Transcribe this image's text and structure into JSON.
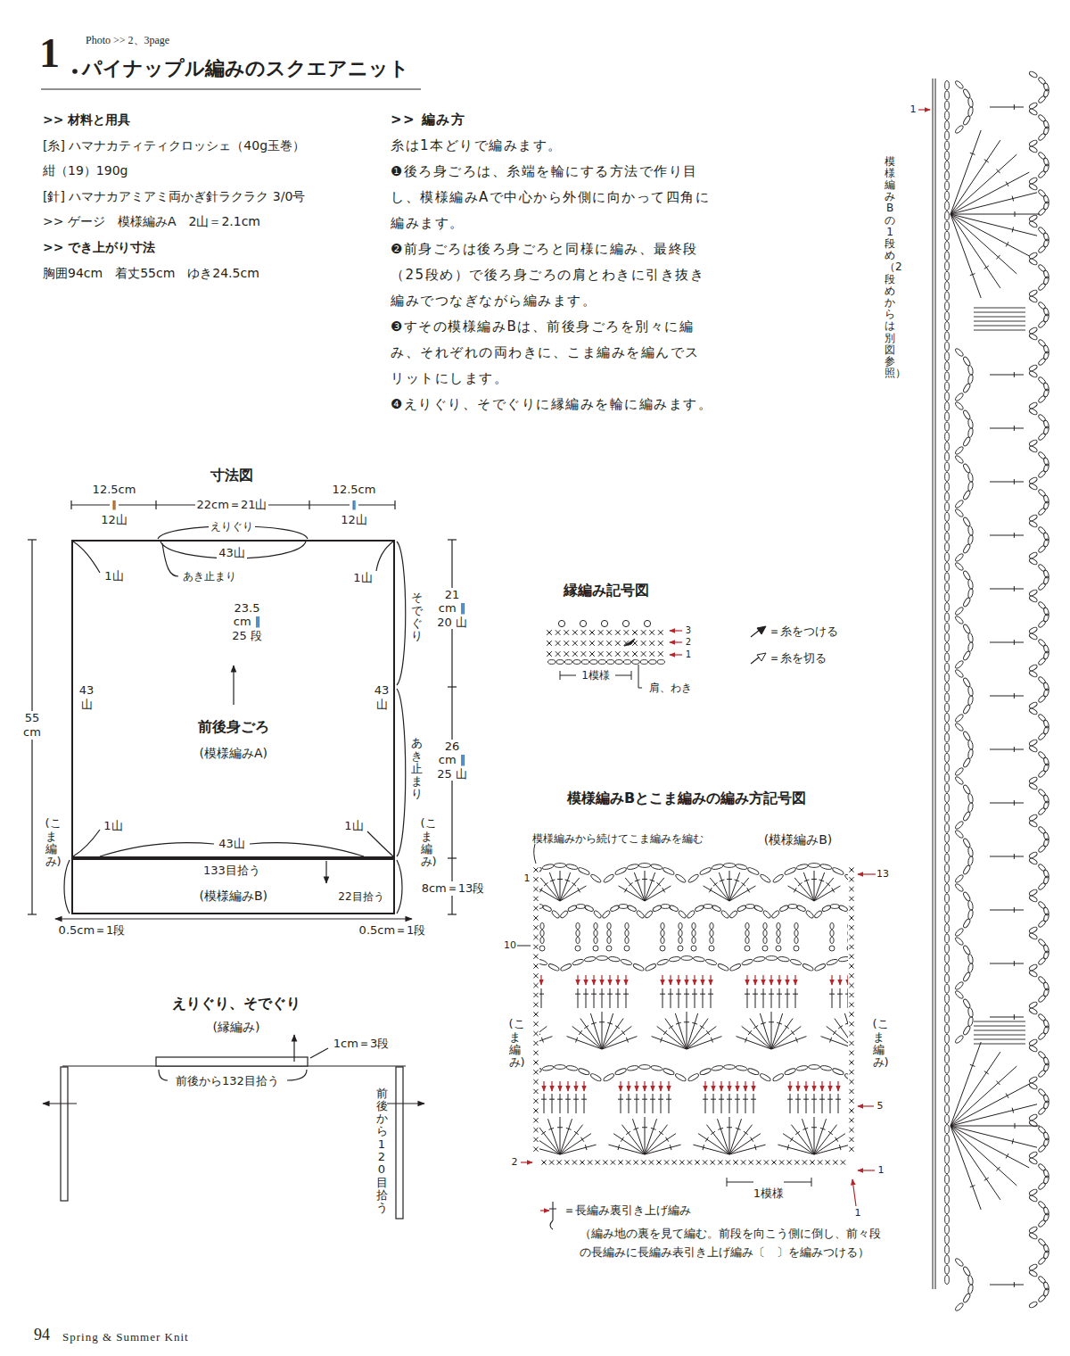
{
  "diagram": {
    "title": "パイナップル編みのスクエアニット",
    "nodes": [
      {
        "text": [
          "前後身ごろ",
          "(模様編みA)"
        ]
      },
      {
        "text": [
          "(模様編みB)"
        ]
      }
    ],
    "labels": [
      "Photo >> 2、3page",
      "1",
      ">> 材料と用具",
      "[糸] ハマナカティティクロッシェ（40g玉巻）",
      "紺（19）190g",
      "[針] ハマナカアミアミ両かぎ針ラクラク 3/0号",
      ">> ゲージ　模様編みA　2山＝2.1cm",
      ">> でき上がり寸法",
      "胸囲94cm　着丈55cm　ゆき24.5cm",
      ">> 編み方",
      "糸は1本どりで編みます。",
      "❶後ろ身ごろは、糸端を輪にする方法で作り目し、模様編みAで中心から外側に向かって四角に編みます。",
      "❷前身ごろは後ろ身ごろと同様に編み、最終段（25段め）で後ろ身ごろの肩とわきに引き抜き編みでつなぎながら編みます。",
      "❸すその模様編みBは、前後身ごろを別々に編み、それぞれの両わきに、こま編みを編んでスリットにします。",
      "❹えりぐり、そでぐりに縁編みを輪に編みます。",
      "寸法図",
      "12.5cm",
      "‖",
      "12山",
      "22cm＝21山",
      "12.5cm",
      "‖",
      "12山",
      "えりぐり",
      "43山",
      "1山",
      "あき止まり",
      "1山",
      "23.5 cm ‖ 25 段",
      "43山",
      "43山",
      "1山",
      "1山",
      "43山",
      "133目拾う",
      "22目拾う",
      "0.5cm＝1段",
      "0.5cm＝1段",
      "(こま編み)",
      "(こま編み)",
      "そでぐり",
      "あき止まり",
      "21 cm ‖ 20 山",
      "26 cm ‖ 25 山",
      "8cm＝13段",
      "55 cm",
      "えりぐり、そでぐり",
      "(縁編み)",
      "1cm＝3段",
      "前後から132目拾う",
      "前後から120目拾う",
      "縁編み記号図",
      "3",
      "2",
      "1",
      "1模様",
      "肩、わき",
      "模様編みBとこま編みの編み方記号図",
      "模様編みから続けてこま編みを編む",
      "(模様編みB)",
      "1",
      "13",
      "10",
      "(こま編み)",
      "(こま編み)",
      "5",
      "2",
      "1",
      "1",
      "1模様",
      "＝長編み裏引き上げ編み",
      "（編み地の裏を見て編む。前段を向こう側に倒し、前々段の長編みに長編み表引き上げ編み〔　〕を編みつける）",
      "1",
      "模様編みBの1段め（2段めからは別図参照）",
      "94",
      "Spring & Summer Knit"
    ],
    "legend": [
      {
        "text": "＝糸をつける"
      },
      {
        "text": "＝糸を切る"
      }
    ]
  }
}
